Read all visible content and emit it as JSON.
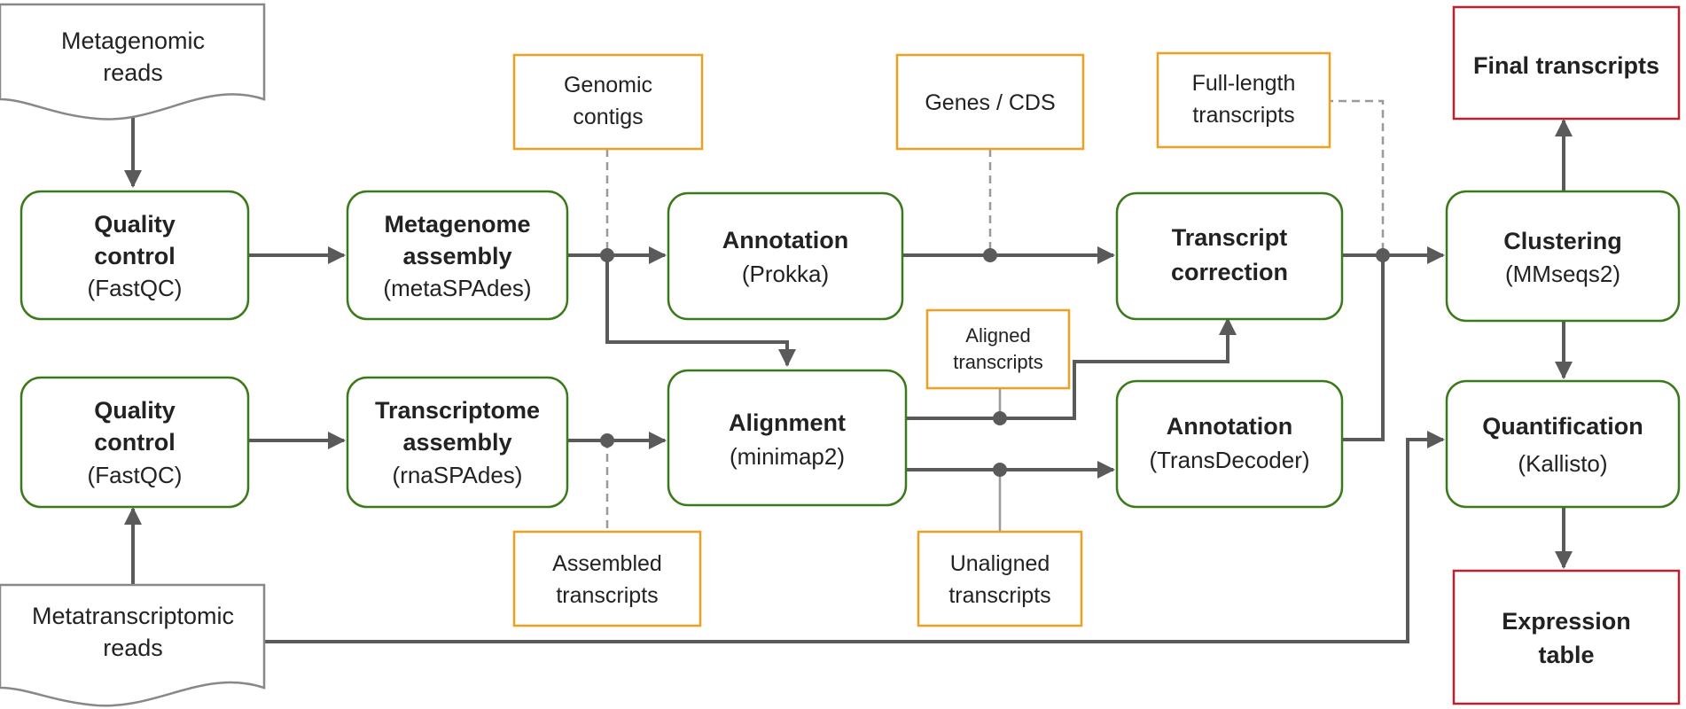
{
  "colors": {
    "process_border": "#3a7a1a",
    "data_border": "#f0a020",
    "output_border": "#c0202a",
    "input_border": "#888888",
    "connector": "#5a5a5a",
    "dashed": "#9a9a9a"
  },
  "inputs": {
    "metagenomic": {
      "line1": "Metagenomic",
      "line2": "reads"
    },
    "metatranscriptomic": {
      "line1": "Metatranscriptomic",
      "line2": "reads"
    }
  },
  "processes": {
    "qc_top": {
      "line1": "Quality",
      "line2": "control",
      "tool": "(FastQC)"
    },
    "qc_bottom": {
      "line1": "Quality",
      "line2": "control",
      "tool": "(FastQC)"
    },
    "metagenome_assembly": {
      "line1": "Metagenome",
      "line2": "assembly",
      "tool": "(metaSPAdes)"
    },
    "transcriptome_assembly": {
      "line1": "Transcriptome",
      "line2": "assembly",
      "tool": "(rnaSPAdes)"
    },
    "annotation_prokka": {
      "line1": "Annotation",
      "tool": "(Prokka)"
    },
    "alignment": {
      "line1": "Alignment",
      "tool": "(minimap2)"
    },
    "transcript_correction": {
      "line1": "Transcript",
      "line2": "correction"
    },
    "annotation_transdecoder": {
      "line1": "Annotation",
      "tool": "(TransDecoder)"
    },
    "clustering": {
      "line1": "Clustering",
      "tool": "(MMseqs2)"
    },
    "quantification": {
      "line1": "Quantification",
      "tool": "(Kallisto)"
    }
  },
  "data_products": {
    "genomic_contigs": {
      "line1": "Genomic",
      "line2": "contigs"
    },
    "genes_cds": {
      "line1": "Genes / CDS"
    },
    "full_length": {
      "line1": "Full-length",
      "line2": "transcripts"
    },
    "aligned": {
      "line1": "Aligned",
      "line2": "transcripts"
    },
    "assembled": {
      "line1": "Assembled",
      "line2": "transcripts"
    },
    "unaligned": {
      "line1": "Unaligned",
      "line2": "transcripts"
    }
  },
  "outputs": {
    "final_transcripts": {
      "line1": "Final transcripts"
    },
    "expression_table": {
      "line1": "Expression",
      "line2": "table"
    }
  }
}
